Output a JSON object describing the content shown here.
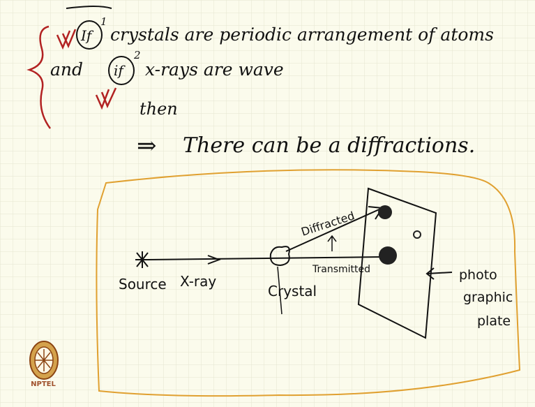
{
  "notes": {
    "line1_marker1": "1",
    "line1_word_if": "If",
    "line1_text": "crystals are periodic arrangement of atoms",
    "line2_start": "and",
    "line2_marker2": "2",
    "line2_word_if": "if",
    "line2_text": "x-rays are wave",
    "line3": "then",
    "line4_arrow": "⇒",
    "line4_text": "There can be a diffractions."
  },
  "diagram": {
    "source_label": "Source",
    "xray_label": "X-ray",
    "crystal_label": "Crystal",
    "diffracted_label": "Diffracted",
    "transmitted_label": "Transmitted",
    "plate_label_line1": "photo",
    "plate_label_line2": "graphic",
    "plate_label_line3": "plate"
  },
  "logo": {
    "text": "NPTEL"
  },
  "colors": {
    "ink": "#111111",
    "red_ink": "#b22222",
    "orange_ink": "#e0a030",
    "grid": "#e4e6d0",
    "background": "#fbfbec"
  }
}
